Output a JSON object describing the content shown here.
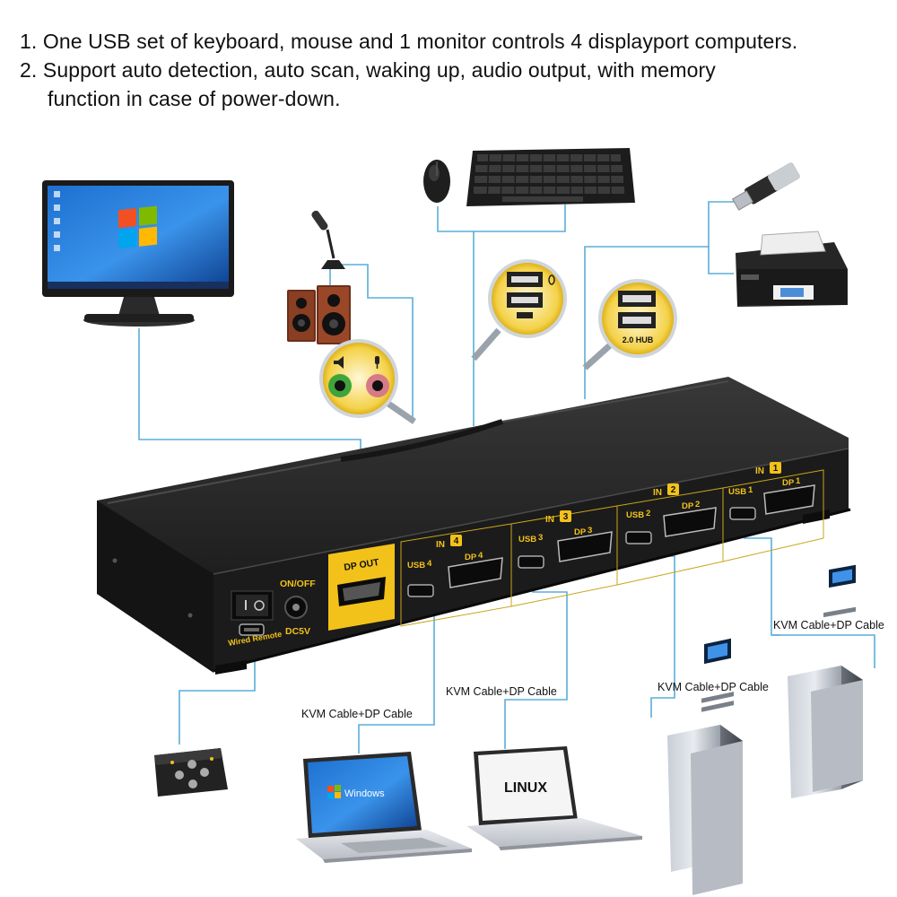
{
  "features": [
    {
      "number": "1.",
      "text": "One USB set of keyboard, mouse and 1 monitor controls 4 displayport computers."
    },
    {
      "number": "2.",
      "text": "Support auto detection, auto scan, waking up, audio output, with memory",
      "continuation": "function in case of power-down."
    }
  ],
  "panel": {
    "power_label": "ON/OFF",
    "dc_label": "DC5V",
    "remote_label": "Wired Remote",
    "dp_out_label": "DP OUT",
    "inputs": [
      {
        "in_label": "IN",
        "number": "1",
        "usb_label": "USB",
        "dp_label": "DP"
      },
      {
        "in_label": "IN",
        "number": "2",
        "usb_label": "USB",
        "dp_label": "DP"
      },
      {
        "in_label": "IN",
        "number": "3",
        "usb_label": "USB",
        "dp_label": "DP"
      },
      {
        "in_label": "IN",
        "number": "4",
        "usb_label": "USB",
        "dp_label": "DP"
      }
    ]
  },
  "zoom": {
    "hub_label": "2.0 HUB"
  },
  "cable_labels": [
    "KVM Cable+DP Cable",
    "KVM Cable+DP Cable",
    "KVM Cable+DP Cable",
    "KVM Cable+DP Cable"
  ],
  "screen_text": {
    "windows": "Windows",
    "linux": "LINUX"
  },
  "colors": {
    "line": "#5aaed8",
    "gold": "#f2c21a",
    "case": "#1b1b1b",
    "case_top": "#2c2c2c"
  }
}
